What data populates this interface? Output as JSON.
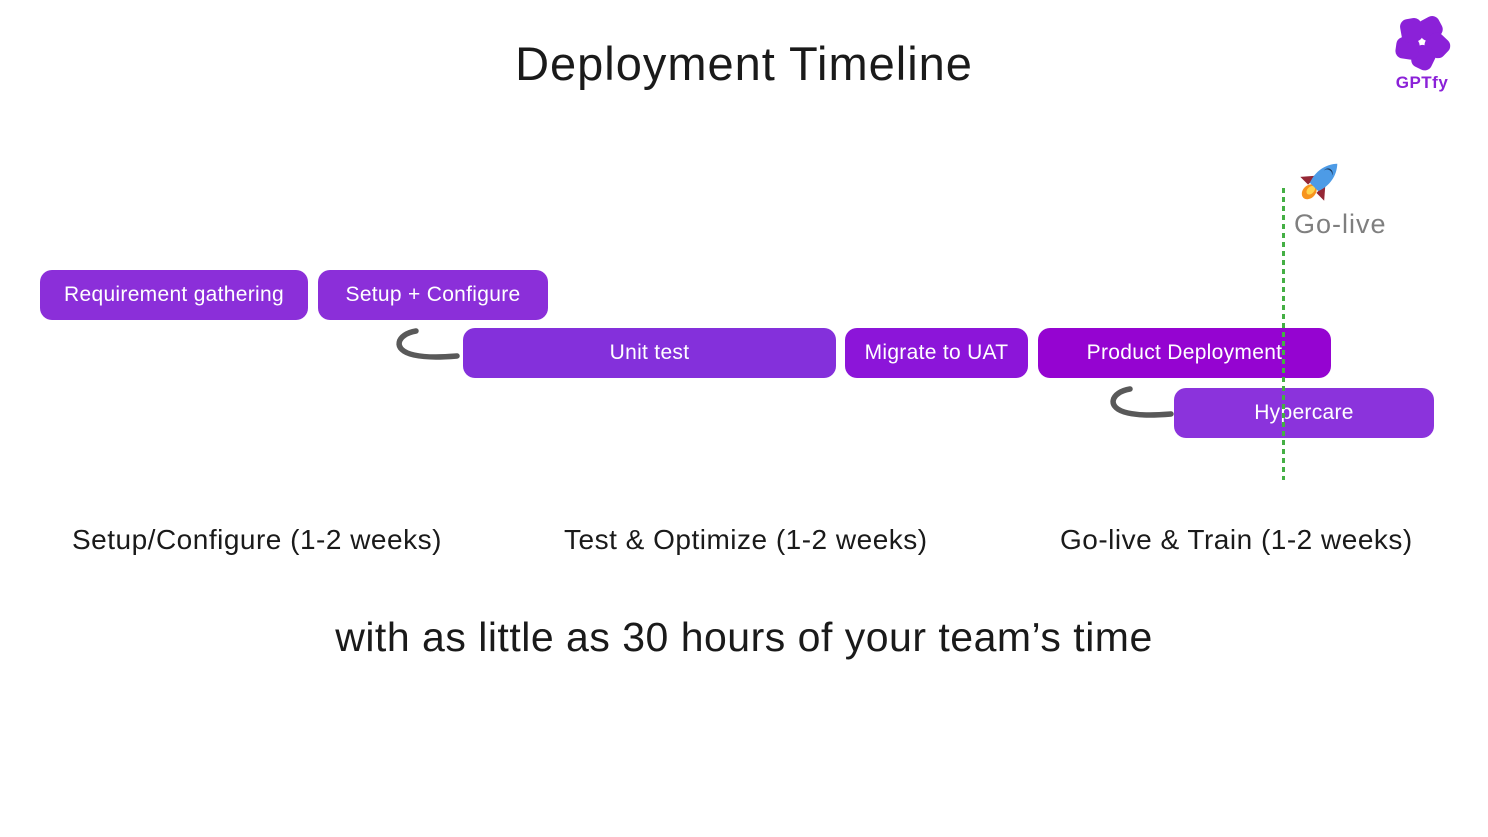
{
  "header": {
    "title": "Deployment Timeline"
  },
  "logo": {
    "brand": "GPTfy"
  },
  "golive": {
    "label": "Go-live",
    "rocket_icon": "rocket-icon"
  },
  "bars": [
    {
      "label": "Requirement gathering",
      "color": "#8B2FD9"
    },
    {
      "label": "Setup + Configure",
      "color": "#8B2FD9"
    },
    {
      "label": "Unit test",
      "color": "#8430DB"
    },
    {
      "label": "Migrate to UAT",
      "color": "#8C15D9"
    },
    {
      "label": "Product Deployment",
      "color": "#9504D1"
    },
    {
      "label": "Hypercare",
      "color": "#8B33DC"
    }
  ],
  "phases": [
    {
      "label": "Setup/Configure (1-2 weeks)"
    },
    {
      "label": "Test & Optimize (1-2 weeks)"
    },
    {
      "label": "Go-live & Train (1-2 weeks)"
    }
  ],
  "footer": {
    "text": "with as little as 30 hours of your team’s time"
  },
  "colors": {
    "brand": "#8B21D8",
    "green": "#44AF44",
    "arrow": "#595959",
    "golive-label": "#7F7F7F",
    "text-dark": "#1A1A1A",
    "rocket-body": "#4D9BE6",
    "rocket-window": "#1C3A5E",
    "rocket-fin": "#952735",
    "rocket-flame-outer": "#F7941E",
    "rocket-flame-inner": "#FFD34D"
  }
}
